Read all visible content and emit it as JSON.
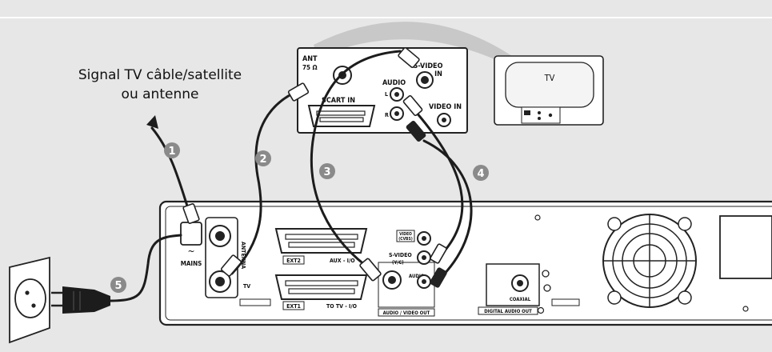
{
  "caption": {
    "line1": "Signal TV câble/satellite",
    "line2": "ou antenne"
  },
  "tv": {
    "label": "TV",
    "ant_label": "ANT",
    "ant_ohm": "75 Ω",
    "svideo_in_line1": "S-VIDEO",
    "svideo_in_line2": "IN",
    "audio_label": "AUDIO",
    "audio_l": "L",
    "audio_r": "R",
    "video_in": "VIDEO IN",
    "scart_in": "SCART IN"
  },
  "recorder": {
    "mains": "MAINS",
    "antenna": "ANTENNA",
    "tv_out": "TV",
    "ext2": "EXT2",
    "aux": "AUX - I/O",
    "ext1": "EXT1",
    "to_tv": "TO TV - I/O",
    "svideo_line1": "S-VIDEO",
    "svideo_line2": "(Y/C)",
    "video_line1": "VIDEO",
    "video_line2": "(CVBS)",
    "audio": "AUDIO",
    "av_out": "AUDIO / VIDEO OUT",
    "coaxial": "COAXIAL",
    "digital_out": "DIGITAL AUDIO OUT"
  },
  "steps": [
    "1",
    "2",
    "3",
    "4",
    "5"
  ],
  "colors": {
    "background": "#e7e7e7",
    "panel": "#ffffff",
    "outline": "#222222",
    "cable": "#1c1c1c",
    "arc": "#c4c4c4",
    "step_badge": "#8a8a8a"
  }
}
